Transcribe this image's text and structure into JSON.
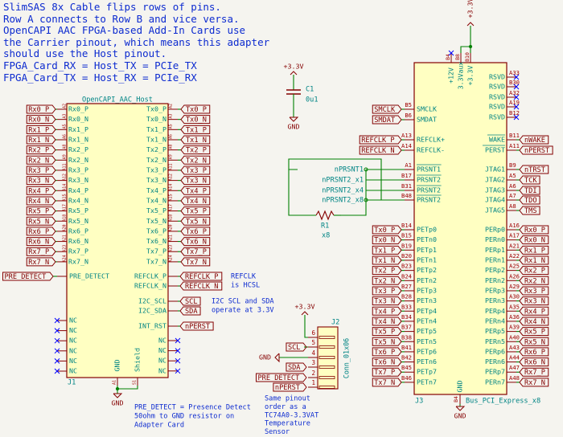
{
  "notes": [
    "SlimSAS 8x Cable flips rows of pins.",
    "Row A connects to Row B and vice versa.",
    "OpenCAPI AAC FPGA-based Add-In Cards use",
    "the Carrier pinout, which means this adapter",
    "should use the Host pinout.",
    "FPGA_Card_RX = Host_TX = PCIe_TX",
    "FPGA_Card_TX = Host_RX = PCIe_RX"
  ],
  "j1": {
    "name": "OpenCAPI_AAC_Host",
    "ref": "J1",
    "left_pins": [
      {
        "num": "A2",
        "name": "Rx0_P",
        "label": "Rx0_P"
      },
      {
        "num": "A3",
        "name": "Rx0_N",
        "label": "Rx0_N"
      },
      {
        "num": "A5",
        "name": "Rx1_P",
        "label": "Rx1_P"
      },
      {
        "num": "A6",
        "name": "Rx1_N",
        "label": "Rx1_N"
      },
      {
        "num": "A8",
        "name": "Rx2_P",
        "label": "Rx2_P"
      },
      {
        "num": "A9",
        "name": "Rx2_N",
        "label": "Rx2_N"
      },
      {
        "num": "A11",
        "name": "Rx3_P",
        "label": "Rx3_P"
      },
      {
        "num": "A12",
        "name": "Rx3_N",
        "label": "Rx3_N"
      },
      {
        "num": "A14",
        "name": "Rx4_P",
        "label": "Rx4_P"
      },
      {
        "num": "A15",
        "name": "Rx4_N",
        "label": "Rx4_N"
      },
      {
        "num": "A17",
        "name": "Rx5_P",
        "label": "Rx5_P"
      },
      {
        "num": "A18",
        "name": "Rx5_N",
        "label": "Rx5_N"
      },
      {
        "num": "A20",
        "name": "Rx6_P",
        "label": "Rx6_P"
      },
      {
        "num": "A21",
        "name": "Rx6_N",
        "label": "Rx6_N"
      },
      {
        "num": "A23",
        "name": "Rx7_P",
        "label": "Rx7_P"
      },
      {
        "num": "A24",
        "name": "Rx7_N",
        "label": "Rx7_N"
      }
    ],
    "right_pins": [
      {
        "num": "A2",
        "name": "Tx0_P",
        "label": "Tx0_P"
      },
      {
        "num": "A3",
        "name": "Tx0_N",
        "label": "Tx0_N"
      },
      {
        "num": "A5",
        "name": "Tx1_P",
        "label": "Tx1_P"
      },
      {
        "num": "A6",
        "name": "Tx1_N",
        "label": "Tx1_N"
      },
      {
        "num": "A8",
        "name": "Tx2_P",
        "label": "Tx2_P"
      },
      {
        "num": "A9",
        "name": "Tx2_N",
        "label": "Tx2_N"
      },
      {
        "num": "A11",
        "name": "Tx3_P",
        "label": "Tx3_P"
      },
      {
        "num": "A12",
        "name": "Tx3_N",
        "label": "Tx3_N"
      },
      {
        "num": "A14",
        "name": "Tx4_P",
        "label": "Tx4_P"
      },
      {
        "num": "A15",
        "name": "Tx4_N",
        "label": "Tx4_N"
      },
      {
        "num": "A17",
        "name": "Tx5_P",
        "label": "Tx5_P"
      },
      {
        "num": "A18",
        "name": "Tx5_N",
        "label": "Tx5_N"
      },
      {
        "num": "A20",
        "name": "Tx6_P",
        "label": "Tx6_P"
      },
      {
        "num": "A21",
        "name": "Tx6_N",
        "label": "Tx6_N"
      },
      {
        "num": "A23",
        "name": "Tx7_P",
        "label": "Tx7_P"
      },
      {
        "num": "A24",
        "name": "Tx7_N",
        "label": "Tx7_N"
      }
    ],
    "pre_detect": {
      "num": "A30",
      "name": "PRE_DETECT",
      "label": "PRE_DETECT"
    },
    "refclk_p": {
      "num": "B10",
      "name": "REFCLK_P",
      "label": "REFCLK_P"
    },
    "refclk_n": {
      "num": "B11",
      "name": "REFCLK_N",
      "label": "REFCLK_N"
    },
    "scl": {
      "num": "B20",
      "name": "I2C_SCL",
      "label": "SCL"
    },
    "sda": {
      "num": "B21",
      "name": "I2C_SDA",
      "label": "SDA"
    },
    "int": {
      "num": "B30",
      "name": "INT_RST",
      "label": "nPERST"
    },
    "nc_left": [
      "NC",
      "NC",
      "NC",
      "NC",
      "NC",
      "NC"
    ],
    "nc_right": [
      "NC",
      "NC",
      "NC",
      "NC"
    ],
    "gnd": "GND",
    "shield": "Shield",
    "bottom_pins": [
      "A1",
      "S1"
    ],
    "gnd_symbol": "GND"
  },
  "refclk_note": [
    "REFCLK",
    "is HCSL"
  ],
  "i2c_note": [
    "I2C SCL and SDA",
    "operate at 3.3V"
  ],
  "pre_detect_note": [
    "PRE_DETECT = Presence Detect",
    "50ohm to GND resistor on",
    "Adapter Card"
  ],
  "c1": {
    "ref": "C1",
    "value": "0u1",
    "power": "+3.3V",
    "gnd": "GND"
  },
  "j2": {
    "ref": "J2",
    "value": "Conn_01x06",
    "pins": [
      "6",
      "5",
      "4",
      "3",
      "2",
      "1"
    ],
    "power": "+3.3V",
    "gnd": "GND",
    "labels": [
      "SCL",
      "SDA",
      "PRE_DETECT",
      "nPERST"
    ],
    "note": [
      "Same pinout",
      "order as a",
      "TC74A0-3.3VAT",
      "Temperature",
      "Sensor"
    ]
  },
  "j3": {
    "ref": "J3",
    "name": "Bus_PCI_Express_x8",
    "top_pins": [
      {
        "num": "B4",
        "name": "+12V"
      },
      {
        "num": "B8",
        "name": "3.3Vaux"
      },
      {
        "num": "B10",
        "name": "+3.3V"
      }
    ],
    "top_power": "+3.3V",
    "rsvd": [
      {
        "num": "A33",
        "name": "RSVD"
      },
      {
        "num": "B30",
        "name": "RSVD"
      },
      {
        "num": "A32",
        "name": "RSVD"
      },
      {
        "num": "A19",
        "name": "RSVD"
      },
      {
        "num": "B12",
        "name": "RSVD"
      }
    ],
    "smclk": {
      "num": "B5",
      "name": "SMCLK",
      "label": "SMCLK"
    },
    "smdat": {
      "num": "B6",
      "name": "SMDAT",
      "label": "SMDAT"
    },
    "refclk_p": {
      "num": "A13",
      "name": "REFCLK+",
      "label": "REFCLK_P"
    },
    "refclk_n": {
      "num": "A14",
      "name": "REFCLK-",
      "label": "REFCLK_N"
    },
    "wake": {
      "num": "B11",
      "name": "WAKE",
      "label": "nWAKE"
    },
    "perst": {
      "num": "A11",
      "name": "PERST",
      "label": "nPERST"
    },
    "prsnt": [
      {
        "num": "A1",
        "name": "PRSNT1",
        "label": "nPRSNT1"
      },
      {
        "num": "B17",
        "name": "PRSNT2",
        "label": "nPRSNT2_x1"
      },
      {
        "num": "B31",
        "name": "PRSNT2",
        "label": "nPRSNT2_x4"
      },
      {
        "num": "B48",
        "name": "PRSNT2",
        "label": "nPRSNT2_x8"
      }
    ],
    "jtag": [
      {
        "num": "B9",
        "name": "JTAG1",
        "label": "nTRST"
      },
      {
        "num": "A5",
        "name": "JTAG2",
        "label": "TCK"
      },
      {
        "num": "A6",
        "name": "JTAG3",
        "label": "TDI"
      },
      {
        "num": "A7",
        "name": "JTAG4",
        "label": "TDO"
      },
      {
        "num": "A8",
        "name": "JTAG5",
        "label": "TMS"
      }
    ],
    "pet": [
      {
        "num": "B14",
        "name": "PETp0",
        "label": "Tx0_P"
      },
      {
        "num": "B15",
        "name": "PETn0",
        "label": "Tx0_N"
      },
      {
        "num": "B19",
        "name": "PETp1",
        "label": "Tx1_P"
      },
      {
        "num": "B20",
        "name": "PETn1",
        "label": "Tx1_N"
      },
      {
        "num": "B23",
        "name": "PETp2",
        "label": "Tx2_P"
      },
      {
        "num": "B24",
        "name": "PETn2",
        "label": "Tx2_N"
      },
      {
        "num": "B27",
        "name": "PETp3",
        "label": "Tx3_P"
      },
      {
        "num": "B28",
        "name": "PETn3",
        "label": "Tx3_N"
      },
      {
        "num": "B33",
        "name": "PETp4",
        "label": "Tx4_P"
      },
      {
        "num": "B34",
        "name": "PETn4",
        "label": "Tx4_N"
      },
      {
        "num": "B37",
        "name": "PETp5",
        "label": "Tx5_P"
      },
      {
        "num": "B38",
        "name": "PETn5",
        "label": "Tx5_N"
      },
      {
        "num": "B41",
        "name": "PETp6",
        "label": "Tx6_P"
      },
      {
        "num": "B42",
        "name": "PETn6",
        "label": "Tx6_N"
      },
      {
        "num": "B45",
        "name": "PETp7",
        "label": "Tx7_P"
      },
      {
        "num": "B46",
        "name": "PETn7",
        "label": "Tx7_N"
      }
    ],
    "per": [
      {
        "num": "A16",
        "name": "PERp0",
        "label": "Rx0_P"
      },
      {
        "num": "A17",
        "name": "PERn0",
        "label": "Rx0_N"
      },
      {
        "num": "A21",
        "name": "PERp1",
        "label": "Rx1_P"
      },
      {
        "num": "A22",
        "name": "PERn1",
        "label": "Rx1_N"
      },
      {
        "num": "A25",
        "name": "PERp2",
        "label": "Rx2_P"
      },
      {
        "num": "A26",
        "name": "PERn2",
        "label": "Rx2_N"
      },
      {
        "num": "A29",
        "name": "PERp3",
        "label": "Rx3_P"
      },
      {
        "num": "A30",
        "name": "PERn3",
        "label": "Rx3_N"
      },
      {
        "num": "A35",
        "name": "PERp4",
        "label": "Rx4_P"
      },
      {
        "num": "A36",
        "name": "PERn4",
        "label": "Rx4_N"
      },
      {
        "num": "A39",
        "name": "PERp5",
        "label": "Rx5_P"
      },
      {
        "num": "A40",
        "name": "PERn5",
        "label": "Rx5_N"
      },
      {
        "num": "A43",
        "name": "PERp6",
        "label": "Rx6_P"
      },
      {
        "num": "A44",
        "name": "PERn6",
        "label": "Rx6_N"
      },
      {
        "num": "A47",
        "name": "PERp7",
        "label": "Rx7_P"
      },
      {
        "num": "A48",
        "name": "PERn7",
        "label": "Rx7_N"
      }
    ],
    "gnd_pin": {
      "num": "B4",
      "name": "GND"
    },
    "gnd_symbol": "GND"
  },
  "r1": {
    "ref": "R1",
    "value": "x8"
  },
  "colors": {
    "background": "#f5f4ef",
    "wire": "#008000",
    "body_outline": "#840000",
    "body_fill": "#ffffc2",
    "pin_text": "#008484",
    "pin_num": "#a00000",
    "label": "#840000",
    "note": "#0d2bd0",
    "power": "#840000",
    "nc": "#0000ff"
  }
}
